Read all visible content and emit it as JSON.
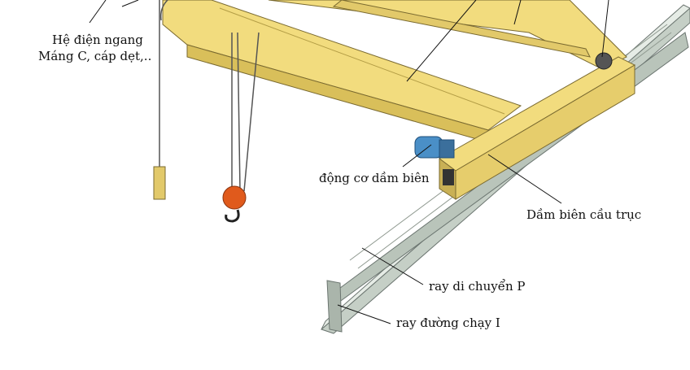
{
  "labels": {
    "horizontal_power": "Hệ điện ngang",
    "c_channel": "Máng C, cáp dẹt,..",
    "end_motor": "động cơ dầm biên",
    "end_beam": "Dầm biên cầu trục",
    "travel_rail": "ray di chuyển P",
    "runway_rail": "ray đường chạy I"
  },
  "colors": {
    "girder": "#f2dc7e",
    "girder_dark": "#c9b055",
    "rail": "#c5cfc6",
    "rail_dark": "#8f9990",
    "motor": "#4a8fc7",
    "hook": "#e05a1c"
  }
}
